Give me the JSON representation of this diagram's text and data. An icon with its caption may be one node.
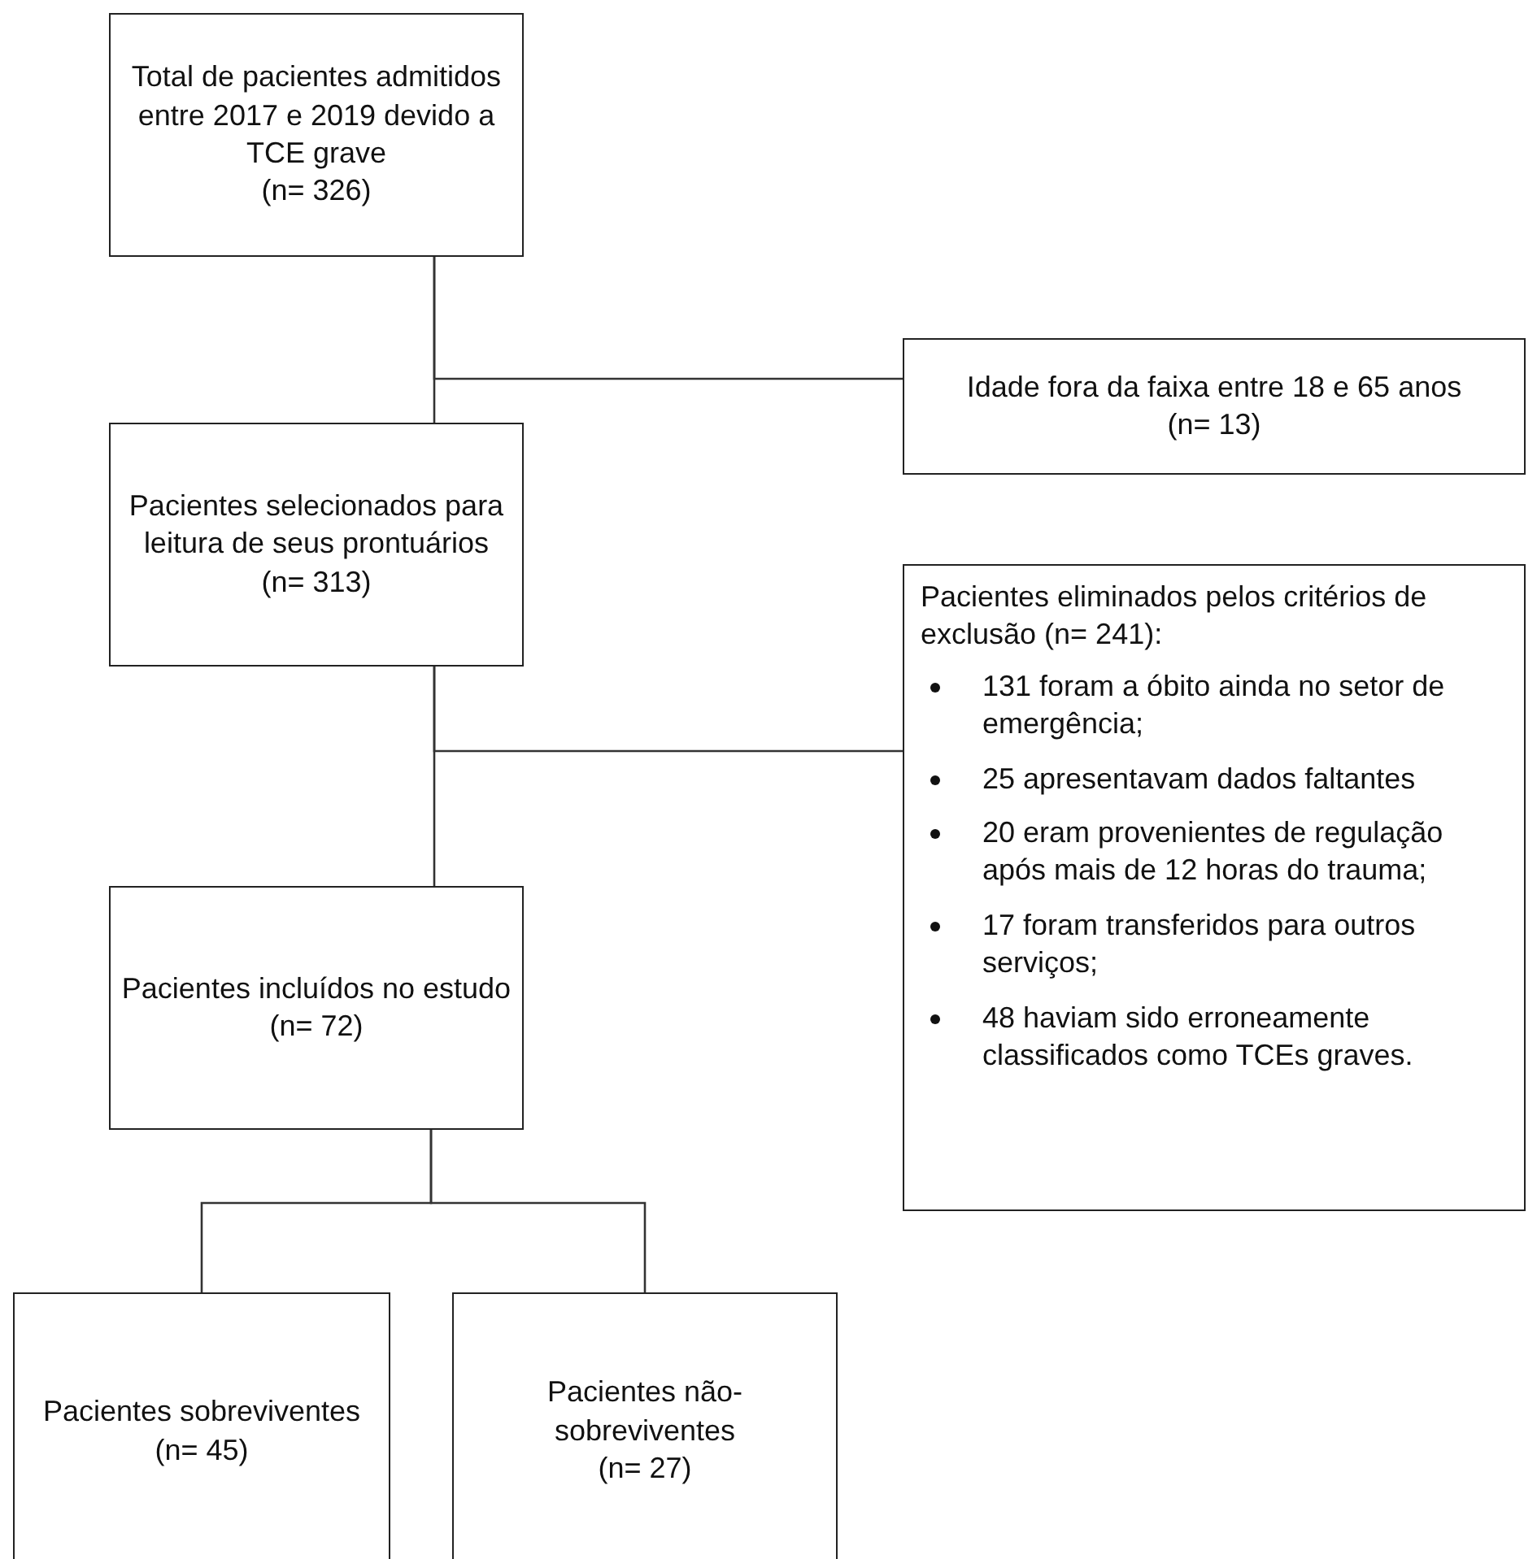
{
  "diagram": {
    "nodes": [
      {
        "text": [
          "Total de pacientes admitidos entre 2017 e 2019 devido a TCE grave",
          "(n= 326)"
        ]
      },
      {
        "text": [
          "Idade fora da faixa entre 18 e 65 anos",
          "(n= 13)"
        ]
      },
      {
        "text": [
          "Pacientes selecionados para leitura de seus prontuários",
          "(n= 313)"
        ]
      },
      {
        "text": [
          "Pacientes eliminados pelos critérios de exclusão (n= 241):",
          "131 foram a óbito ainda no setor de emergência;",
          "25 apresentavam dados faltantes",
          "20 eram provenientes de regulação após mais de 12 horas do trauma;",
          "17 foram transferidos para outros serviços;",
          "48 haviam sido erroneamente classificados como TCEs graves."
        ]
      },
      {
        "text": [
          "Pacientes incluídos no estudo",
          "(n= 72)"
        ]
      },
      {
        "text": [
          "Pacientes sobreviventes",
          "(n= 45)"
        ]
      },
      {
        "text": [
          "Pacientes não-sobreviventes",
          "(n= 27)"
        ]
      }
    ],
    "edges": [
      {
        "from": 0,
        "to": 2,
        "arrow": "none"
      },
      {
        "from": 0,
        "to": 1,
        "arrow": "none"
      },
      {
        "from": 2,
        "to": 4,
        "arrow": "none"
      },
      {
        "from": 2,
        "to": 3,
        "arrow": "none"
      },
      {
        "from": 4,
        "to": 5,
        "arrow": "none"
      },
      {
        "from": 4,
        "to": 6,
        "arrow": "none"
      }
    ]
  }
}
